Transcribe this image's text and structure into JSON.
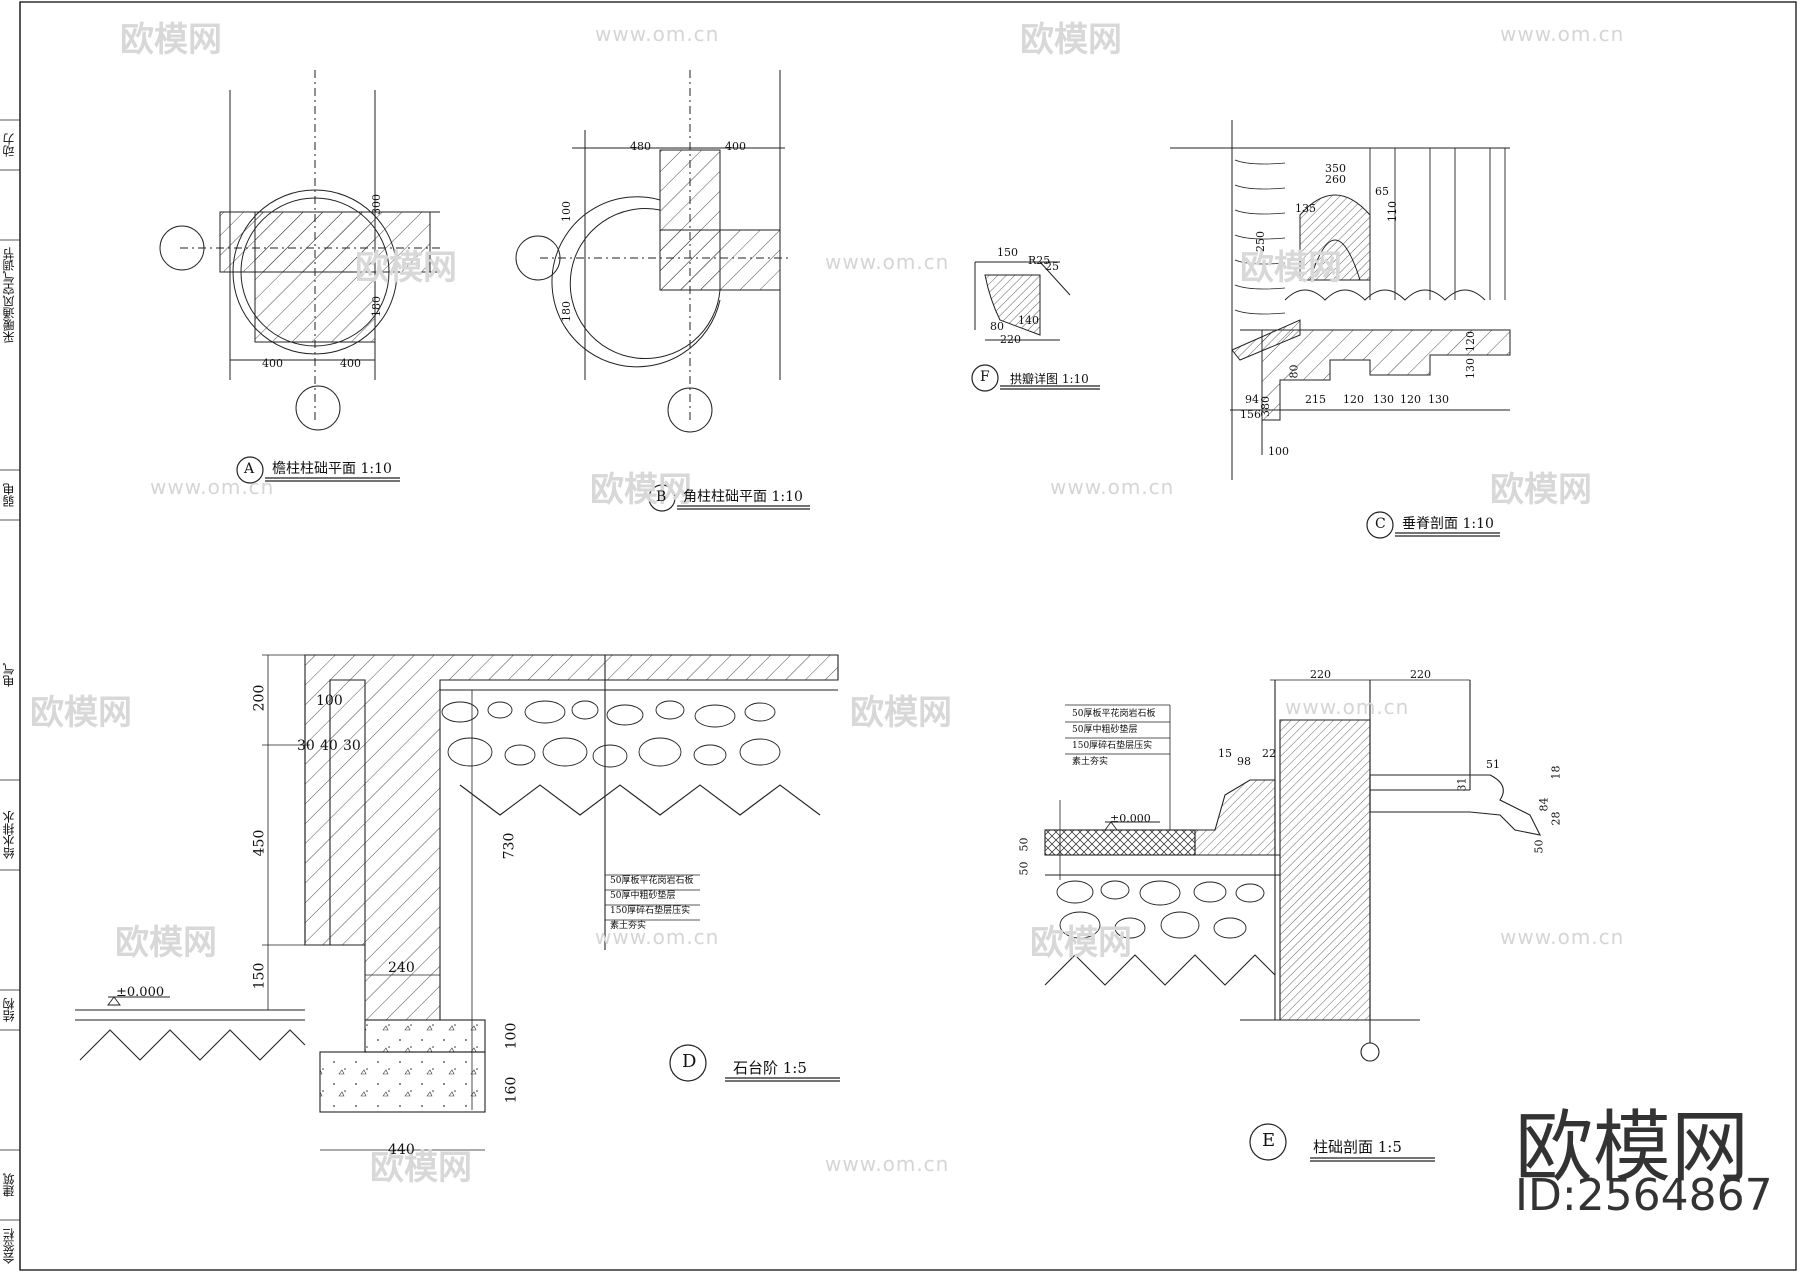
{
  "sidebar": {
    "items": [
      "动力",
      "采暖通风空气调节",
      "弱电",
      "电气",
      "给水排水",
      "结构",
      "建筑",
      "会签栏"
    ]
  },
  "watermark": {
    "logo_text": "欧模网",
    "url": "www.om.cn"
  },
  "brand": {
    "name": "欧模网",
    "id": "ID:2564867"
  },
  "drawings": {
    "a": {
      "marker": "A",
      "title": "檐柱柱础平面  1:10",
      "dims": [
        "400",
        "400",
        "300",
        "180"
      ]
    },
    "b": {
      "marker": "B",
      "title": "角柱柱础平面  1:10",
      "dims": [
        "480",
        "400",
        "100",
        "180"
      ]
    },
    "f": {
      "marker": "F",
      "title": "拱瓣详图  1:10",
      "dims": [
        "150",
        "R25",
        "25",
        "80",
        "140",
        "220"
      ]
    },
    "c": {
      "marker": "C",
      "title": "垂脊剖面  1:10",
      "dims": [
        "350",
        "260",
        "65",
        "135",
        "110",
        "250",
        "215",
        "120",
        "130",
        "120",
        "130",
        "94",
        "156",
        "380",
        "80",
        "120",
        "130",
        "100"
      ]
    },
    "d": {
      "marker": "D",
      "title": "石台阶  1:5",
      "dims": [
        "200",
        "100",
        "30",
        "40",
        "30",
        "450",
        "730",
        "150",
        "240",
        "100",
        "160",
        "440"
      ],
      "level": "±0.000",
      "layers": [
        "50厚板平花岗岩石板",
        "50厚中粗砂垫层",
        "150厚碎石垫层压实",
        "素土夯实"
      ]
    },
    "e": {
      "marker": "E",
      "title": "柱础剖面  1:5",
      "dims": [
        "220",
        "220",
        "15",
        "98",
        "22",
        "51",
        "18",
        "31",
        "84",
        "28",
        "50",
        "50",
        "50"
      ],
      "level": "±0.000",
      "layers": [
        "50厚板平花岗岩石板",
        "50厚中粗砂垫层",
        "150厚碎石垫层压实",
        "素土夯实"
      ]
    }
  }
}
